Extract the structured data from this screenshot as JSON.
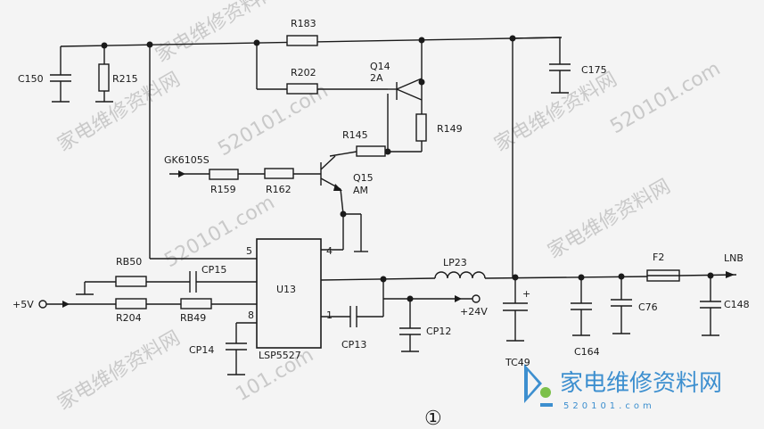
{
  "labels": {
    "R183": "R183",
    "R202": "R202",
    "Q14": "Q14",
    "Q14_type": "2A",
    "C150": "C150",
    "R215": "R215",
    "C175": "C175",
    "R149": "R149",
    "R145": "R145",
    "GK6105S": "GK6105S",
    "R159": "R159",
    "R162": "R162",
    "Q15": "Q15",
    "Q15_type": "AM",
    "RB50": "RB50",
    "CP15": "CP15",
    "R204": "R204",
    "RB49": "RB49",
    "U13": "U13",
    "IC": "LSP5527",
    "pin5": "5",
    "pin4": "4",
    "pin8": "8",
    "pin1": "1",
    "LP23": "LP23",
    "V24": "+24V",
    "V5": "+5V",
    "CP14": "CP14",
    "CP13": "CP13",
    "CP12": "CP12",
    "TC49": "TC49",
    "C164": "C164",
    "C76": "C76",
    "F2": "F2",
    "LNB": "LNB",
    "C148": "C148",
    "plus": "+"
  },
  "figure_label": "①",
  "watermarks": {
    "cn": "家电维修资料网",
    "url": "520101.com",
    "url_partial": "101.com"
  },
  "logo": {
    "text": "家电维修资料网",
    "url": "520101.com",
    "color": "#3d8fcf"
  }
}
